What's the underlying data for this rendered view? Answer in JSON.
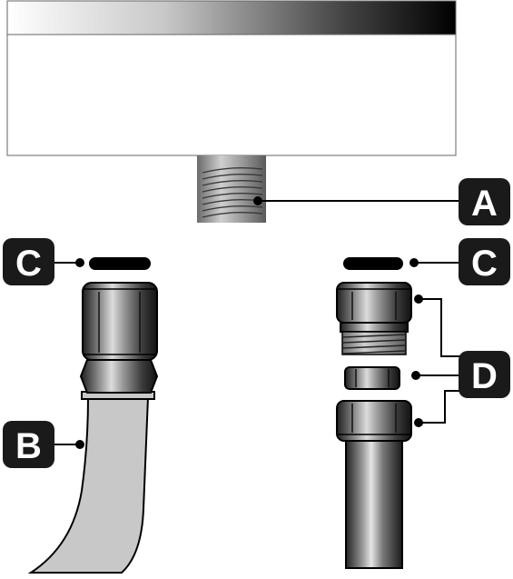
{
  "labels": {
    "a": "A",
    "b": "B",
    "c_left": "C",
    "c_right": "C",
    "d": "D"
  },
  "colors": {
    "badge": "#1a1a1a",
    "hose": "#c8c8c8",
    "outline": "#000000",
    "panel": "#ffffff"
  }
}
